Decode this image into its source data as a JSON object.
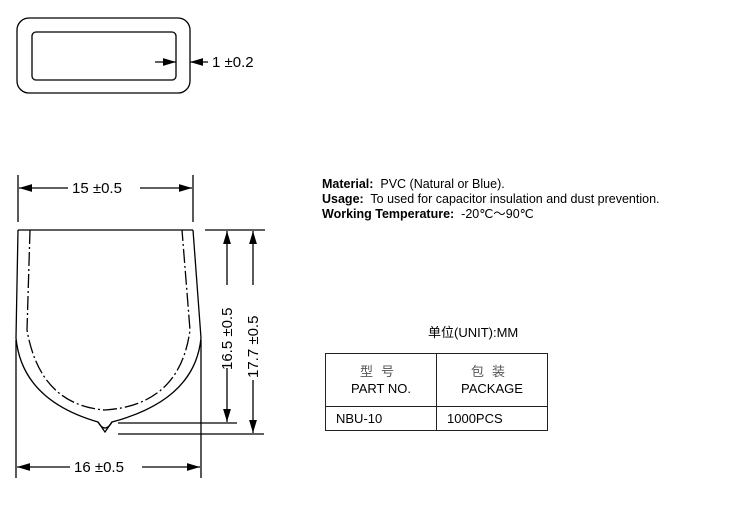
{
  "top_view": {
    "wall_label": "1 ±0.2"
  },
  "side_view": {
    "inner_width_label": "15 ±0.5",
    "outer_width_label": "16 ±0.5",
    "inner_height_label": "16.5 ±0.5",
    "outer_height_label": "17.7 ±0.5"
  },
  "specs": [
    {
      "key": "Material:",
      "value": "PVC (Natural or Blue)."
    },
    {
      "key": "Usage:",
      "value": "To used for capacitor insulation and dust prevention."
    },
    {
      "key": "Working Temperature:",
      "value": "-20℃～90℃"
    }
  ],
  "unit_label": "单位(UNIT):MM",
  "table": {
    "headers": [
      {
        "cn": "型号",
        "en": "PART NO."
      },
      {
        "cn": "包装",
        "en": "PACKAGE"
      }
    ],
    "rows": [
      [
        "NBU-10",
        "1000PCS"
      ]
    ]
  }
}
